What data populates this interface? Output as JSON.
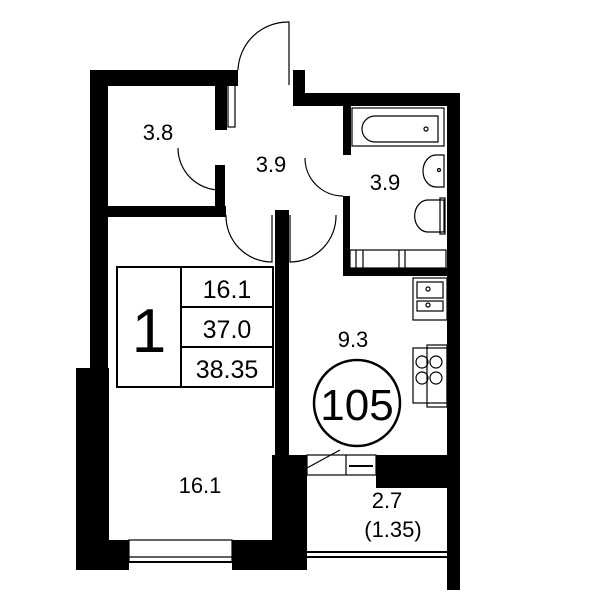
{
  "rooms": {
    "storage": "3.8",
    "hall": "3.9",
    "bathroom": "3.9",
    "kitchen": "9.3",
    "living": "16.1",
    "balcony_area": "2.7",
    "balcony_reduced": "(1.35)"
  },
  "summary": {
    "room_count": "1",
    "living_area": "16.1",
    "total_area": "37.0",
    "total_with_balcony": "38.35"
  },
  "apartment_number": "105"
}
